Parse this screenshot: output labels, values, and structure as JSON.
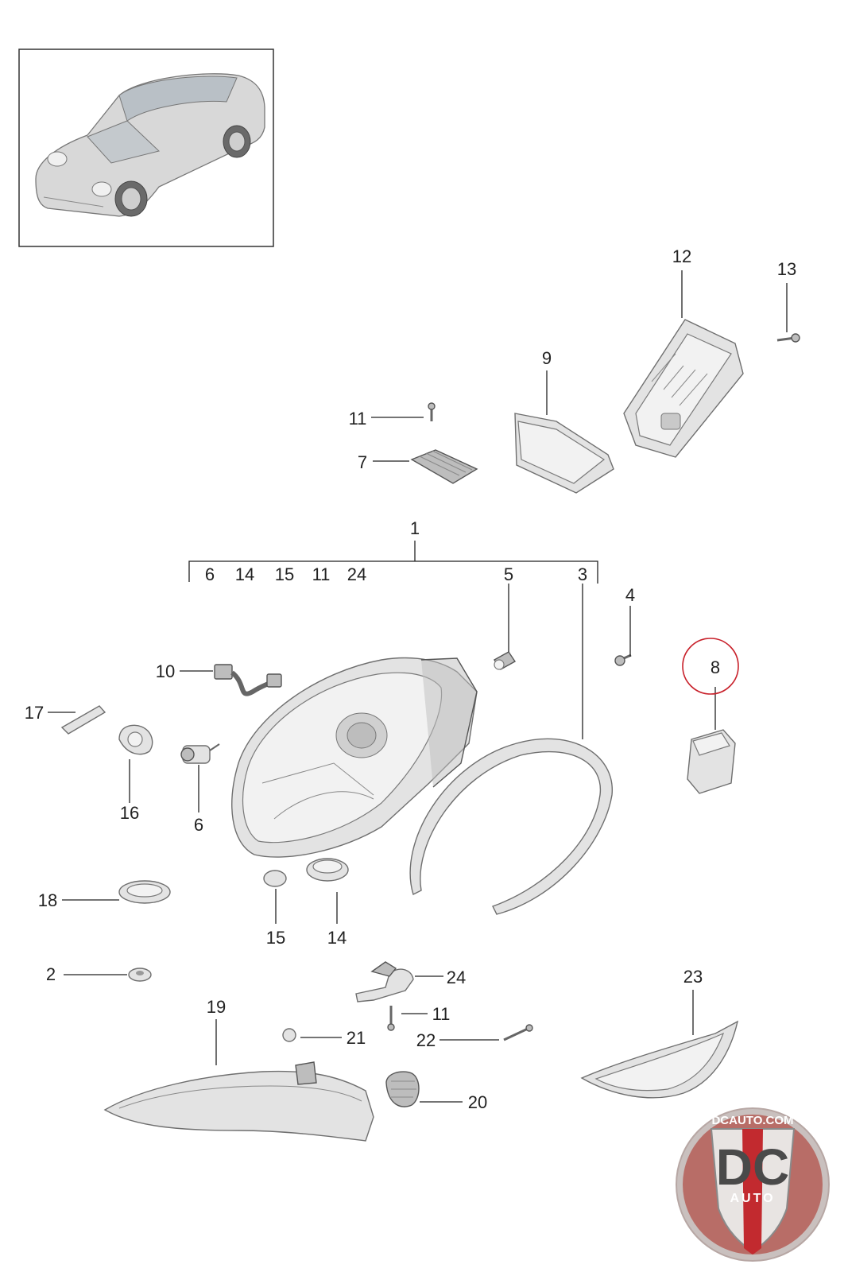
{
  "diagram": {
    "callouts": {
      "c1": "1",
      "c2": "2",
      "c3": "3",
      "c4": "4",
      "c5": "5",
      "c6_group": "6",
      "c6": "6",
      "c7": "7",
      "c8": "8",
      "c9": "9",
      "c10": "10",
      "c11_top": "11",
      "c11_group": "11",
      "c11_bottom": "11",
      "c12": "12",
      "c13": "13",
      "c14_group": "14",
      "c14": "14",
      "c15_group": "15",
      "c15": "15",
      "c16": "16",
      "c17": "17",
      "c18": "18",
      "c19": "19",
      "c20": "20",
      "c21": "21",
      "c22": "22",
      "c23": "23",
      "c24_group": "24",
      "c24": "24"
    },
    "highlight_color": "#c8202a"
  },
  "logo": {
    "site": "DCAUTO.COM",
    "letters": "DC",
    "word": "AUTO"
  }
}
